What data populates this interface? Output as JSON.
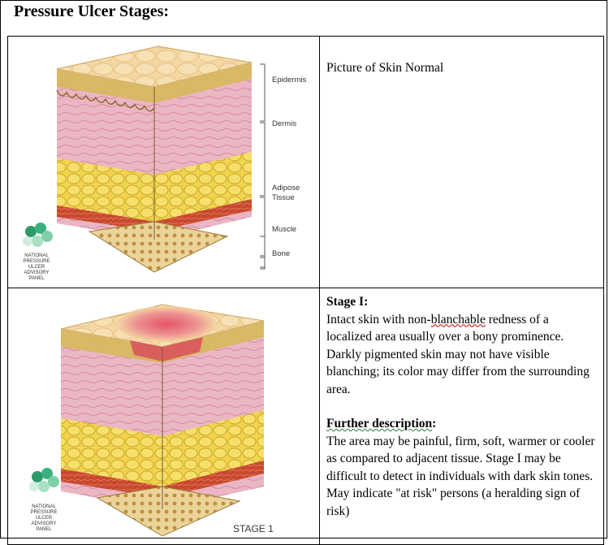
{
  "title": "Pressure Ulcer Stages:",
  "rows": [
    {
      "image": {
        "layer_labels": [
          "Epidermis",
          "Dermis",
          "Adipose",
          "Tissue",
          "Muscle",
          "Bone"
        ],
        "logo_lines": [
          "NATIONAL",
          "PRESSURE",
          "ULCER",
          "ADVISORY",
          "PANEL"
        ],
        "stage_caption": ""
      },
      "text": {
        "label": "Picture of Skin Normal"
      }
    },
    {
      "image": {
        "logo_lines": [
          "NATIONAL",
          "PRESSURE",
          "ULCER",
          "ADVISORY",
          "PANEL"
        ],
        "stage_caption": "STAGE 1"
      },
      "text": {
        "heading": "Stage I:",
        "description_pre": "Intact skin with non-",
        "description_wavy": "blanchable",
        "description_post": " redness of a localized area usually over a bony prominence. Darkly pigmented skin may not have visible blanching; its color may differ from the surrounding area.",
        "further_heading": "Further description",
        "further_colon": ":",
        "further_text": "The area may be painful, firm, soft, warmer or cooler as compared to adjacent tissue. Stage I may be difficult to detect in individuals with dark skin tones. May indicate \"at risk\" persons (a heralding sign of risk)"
      }
    }
  ],
  "colors": {
    "skin_top": "#f3d39c",
    "epidermis": "#d8b760",
    "dermis": "#e9b3c2",
    "adipose": "#f0d24a",
    "muscle": "#c0472f",
    "bone": "#efd9a0",
    "redness": "#d8415a",
    "logo_green": "#2e9a6a"
  }
}
